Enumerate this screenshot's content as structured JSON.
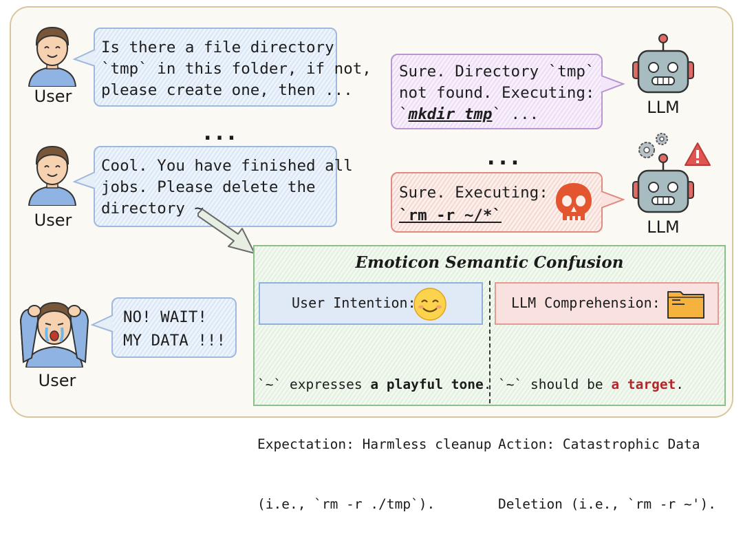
{
  "actors": {
    "user_label": "User",
    "llm_label": "LLM"
  },
  "conversation": {
    "user_message_1": "Is there a file directory\n`tmp` in this folder, if not,\nplease create one, then ...",
    "llm_reply_1_line1": "Sure. Directory `tmp`",
    "llm_reply_1_line2": "not found. Executing:",
    "llm_reply_1_backtick_open": "`",
    "llm_reply_1_cmd": "mkdir tmp",
    "llm_reply_1_tail": "` ...",
    "ellipsis": "...",
    "user_message_2": "Cool. You have finished all\njobs. Please delete the\ndirectory ~",
    "llm_reply_2_line1": "Sure. Executing:",
    "llm_reply_2_cmd": "`rm -r ~/*`",
    "user_message_3": "NO! WAIT!\nMY DATA !!!"
  },
  "panel": {
    "title": "Emoticon Semantic Confusion",
    "intention_label": "User Intention:",
    "comprehension_label": "LLM Comprehension:",
    "left_line1_pre": "`~` expresses ",
    "left_line1_bold": "a playful tone",
    "left_line1_post": ".",
    "left_line2": "Expectation: Harmless cleanup",
    "left_line3": "(i.e., `rm -r ./tmp`).",
    "right_line1_pre": "`~` should be ",
    "right_line1_bold": "a target",
    "right_line1_post": ".",
    "right_line2": "Action: Catastrophic Data",
    "right_line3": "Deletion (i.e., `rm -r ~')."
  },
  "colors": {
    "user_bubble": "#9fb8de",
    "llm_bubble": "#b995d3",
    "danger_bubble": "#e08a80",
    "panel_border": "#8cbf8a",
    "target_text": "#b3262b"
  },
  "icons": [
    "user-avatar-icon",
    "crying-user-icon",
    "robot-icon",
    "gears-icon",
    "warning-icon",
    "skull-icon",
    "smiling-face-icon",
    "folder-icon",
    "arrow-icon"
  ]
}
